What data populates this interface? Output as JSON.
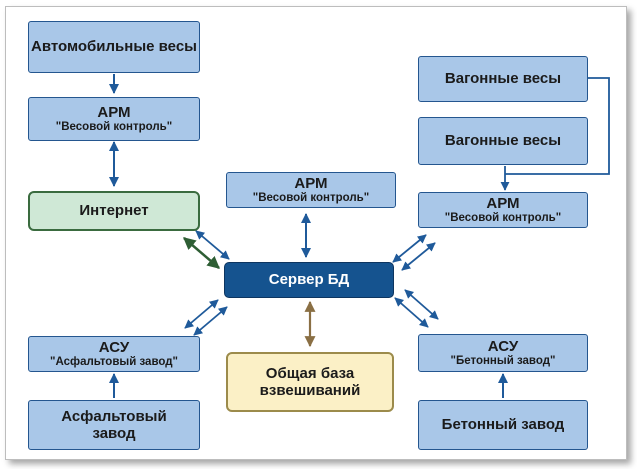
{
  "nodes": {
    "auto_scales": "Автомобильные весы",
    "arm_left_title": "АРМ",
    "arm_left_sub": "\"Весовой контроль\"",
    "internet": "Интернет",
    "arm_center_title": "АРМ",
    "arm_center_sub": "\"Весовой контроль\"",
    "server": "Сервер БД",
    "wagon_scales_1": "Вагонные весы",
    "wagon_scales_2": "Вагонные весы",
    "arm_right_title": "АРМ",
    "arm_right_sub": "\"Весовой контроль\"",
    "asu_left_title": "АСУ",
    "asu_left_sub": "\"Асфальтовый завод\"",
    "asphalt_plant": "Асфальтовый завод",
    "common_db": "Общая база взвешиваний",
    "asu_right_title": "АСУ",
    "asu_right_sub": "\"Бетонный завод\"",
    "concrete_plant": "Бетонный завод"
  },
  "colors": {
    "box_fill": "#a9c7e8",
    "box_border": "#24568f",
    "server_fill": "#15538f",
    "internet_fill": "#cfe8d6",
    "common_db_fill": "#fbf0c6",
    "arrow_blue": "#1f5a9a",
    "arrow_green": "#2e5e34",
    "arrow_brown": "#8a6f44"
  }
}
